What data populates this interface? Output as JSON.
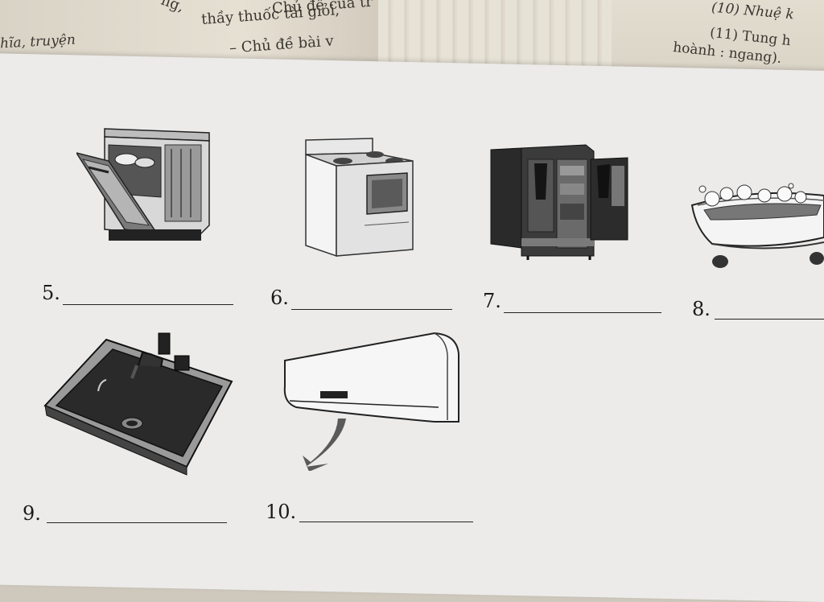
{
  "background_text": {
    "line1": "ng,",
    "line2": "thầy thuốc tài giỏi,",
    "line3": "– Chủ đề bài v",
    "line4": "hĩa, truyện",
    "line5": "Chủ đề của tr",
    "line6": "(10) Nhuệ k",
    "line7": "(11) Tung h",
    "line8": "hoành : ngang)."
  },
  "items": [
    {
      "number": "5.",
      "icon": "dishwasher-icon"
    },
    {
      "number": "6.",
      "icon": "stove-icon"
    },
    {
      "number": "7.",
      "icon": "wardrobe-icon"
    },
    {
      "number": "8.",
      "icon": "bathtub-icon"
    },
    {
      "number": "9.",
      "icon": "sink-icon"
    },
    {
      "number": "10.",
      "icon": "air-conditioner-icon"
    }
  ],
  "colors": {
    "paper": "#ecebea",
    "ink": "#1a1a1a"
  }
}
